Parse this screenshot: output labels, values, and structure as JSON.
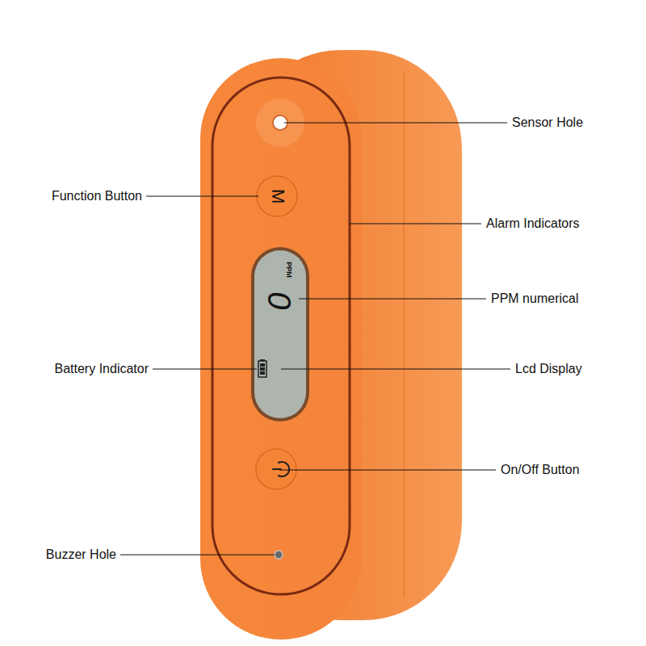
{
  "diagram": {
    "labels": [
      "Sensor Hole",
      "Function Button",
      "M",
      "Alarm Indicators",
      "PPM",
      "0",
      "PPM numerical",
      "Battery Indicator",
      "Lcd Display",
      "On/Off Button",
      "Buzzer Hole"
    ]
  }
}
